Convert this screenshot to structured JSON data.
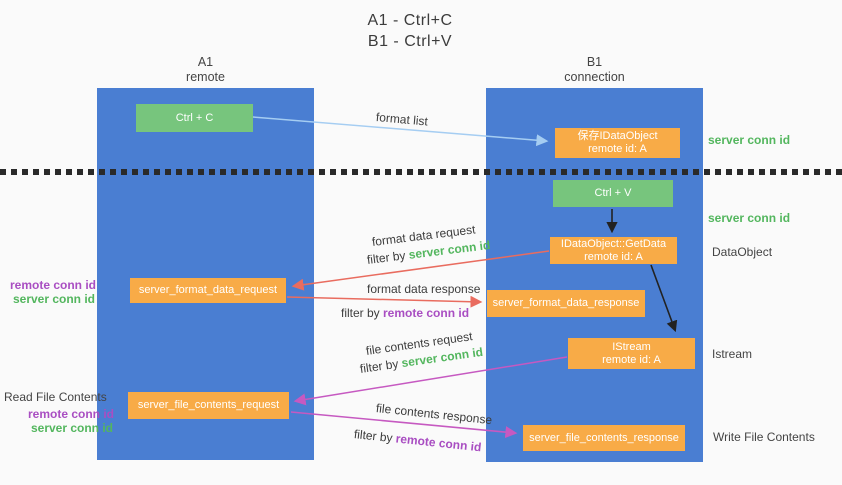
{
  "title": {
    "lines": [
      "A1 - Ctrl+C",
      "B1 - Ctrl+V"
    ]
  },
  "lanes": {
    "a1": {
      "title": "A1",
      "subtitle": "remote"
    },
    "b1": {
      "title": "B1",
      "subtitle": "connection"
    }
  },
  "nodes": {
    "ctrl_c": {
      "label": "Ctrl + C"
    },
    "save_dataobject": {
      "line1": "保存IDataObject",
      "line2": "remote id: A"
    },
    "ctrl_v": {
      "label": "Ctrl + V"
    },
    "getdata": {
      "line1": "IDataObject::GetData",
      "line2": "remote id: A"
    },
    "format_request": {
      "label": "server_format_data_request"
    },
    "format_response": {
      "label": "server_format_data_response"
    },
    "istream": {
      "line1": "IStream",
      "line2": "remote id: A"
    },
    "file_request": {
      "label": "server_file_contents_request"
    },
    "file_response": {
      "label": "server_file_contents_response"
    }
  },
  "annotations": {
    "server_conn_id_top": "server conn id",
    "server_conn_id_mid": "server conn id",
    "dataobject": "DataObject",
    "istream": "Istream",
    "write_file_contents": "Write File Contents",
    "read_file_contents": "Read File Contents",
    "format_remote_conn_id": "remote conn id",
    "format_server_conn_id": "server conn id",
    "file_remote_conn_id": "remote conn id",
    "file_server_conn_id": "server conn id"
  },
  "arrows": {
    "format_list": {
      "label": "format list"
    },
    "format_data_request": {
      "label": "format data request",
      "filter_prefix": "filter by ",
      "filter_key": "server conn id"
    },
    "format_data_response": {
      "label": "format data response",
      "filter_prefix": "filter by ",
      "filter_key": "remote conn id"
    },
    "file_contents_request": {
      "label": "file contents request",
      "filter_prefix": "filter by ",
      "filter_key": "server conn id"
    },
    "file_contents_response": {
      "label": "file contents response",
      "filter_prefix": "filter by ",
      "filter_key": "remote conn id"
    }
  },
  "colors": {
    "lane_blue": "#4a7ed2",
    "node_orange": "#f8ab47",
    "node_green": "#77c57d",
    "accent_green": "#53b65e",
    "accent_purple": "#a94ec2",
    "arrow_red": "#e96c5f",
    "arrow_magenta": "#c659c1",
    "arrow_light_blue": "#a5cdf2",
    "arrow_black": "#222222",
    "background": "#fafafa"
  }
}
